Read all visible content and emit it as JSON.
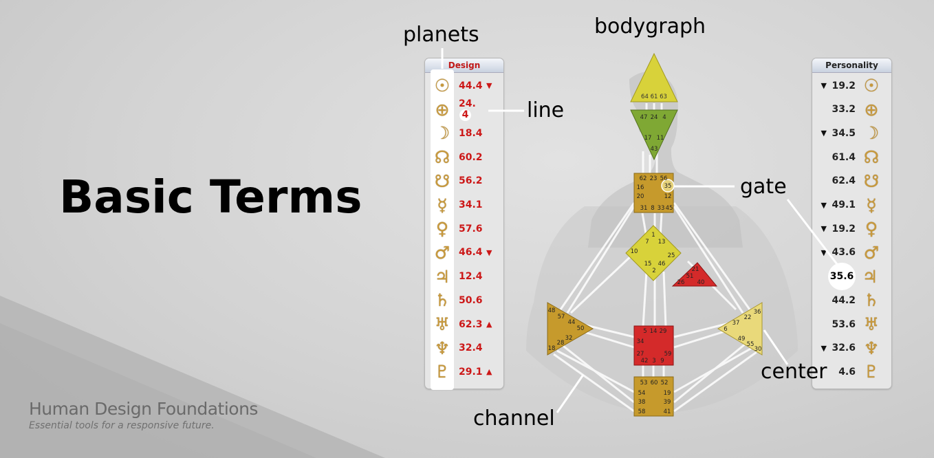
{
  "title": "Basic Terms",
  "brand": {
    "name": "Human Design Foundations",
    "tagline": "Essential tools for a responsive future."
  },
  "labels": {
    "planets": "planets",
    "bodygraph": "bodygraph",
    "line": "line",
    "gate": "gate",
    "center": "center",
    "channel": "channel"
  },
  "design": {
    "header": "Design",
    "rows": [
      {
        "glyph": "sun-icon",
        "char": "☉",
        "value": "44.4",
        "arrow": "▼"
      },
      {
        "glyph": "earth-icon",
        "char": "⊕",
        "value": "24.",
        "highlight": "4",
        "arrow": ""
      },
      {
        "glyph": "moon-icon",
        "char": "☽",
        "value": "18.4",
        "arrow": ""
      },
      {
        "glyph": "north-node-icon",
        "char": "☊",
        "value": "60.2",
        "arrow": ""
      },
      {
        "glyph": "south-node-icon",
        "char": "☋",
        "value": "56.2",
        "arrow": ""
      },
      {
        "glyph": "mercury-icon",
        "char": "☿",
        "value": "34.1",
        "arrow": ""
      },
      {
        "glyph": "venus-icon",
        "char": "♀",
        "value": "57.6",
        "arrow": ""
      },
      {
        "glyph": "mars-icon",
        "char": "♂",
        "value": "46.4",
        "arrow": "▼"
      },
      {
        "glyph": "jupiter-icon",
        "char": "♃",
        "value": "12.4",
        "arrow": ""
      },
      {
        "glyph": "saturn-icon",
        "char": "♄",
        "value": "50.6",
        "arrow": ""
      },
      {
        "glyph": "uranus-icon",
        "char": "♅",
        "value": "62.3",
        "arrow": "▲"
      },
      {
        "glyph": "neptune-icon",
        "char": "♆",
        "value": "32.4",
        "arrow": ""
      },
      {
        "glyph": "pluto-icon",
        "char": "♇",
        "value": "29.1",
        "arrow": "▲"
      }
    ]
  },
  "personality": {
    "header": "Personality",
    "rows": [
      {
        "glyph": "sun-icon",
        "char": "☉",
        "value": "19.2",
        "arrow": "▼"
      },
      {
        "glyph": "earth-icon",
        "char": "⊕",
        "value": "33.2",
        "arrow": ""
      },
      {
        "glyph": "moon-icon",
        "char": "☽",
        "value": "34.5",
        "arrow": "▼"
      },
      {
        "glyph": "north-node-icon",
        "char": "☊",
        "value": "61.4",
        "arrow": ""
      },
      {
        "glyph": "south-node-icon",
        "char": "☋",
        "value": "62.4",
        "arrow": ""
      },
      {
        "glyph": "mercury-icon",
        "char": "☿",
        "value": "49.1",
        "arrow": "▼"
      },
      {
        "glyph": "venus-icon",
        "char": "♀",
        "value": "19.2",
        "arrow": "▼"
      },
      {
        "glyph": "mars-icon",
        "char": "♂",
        "value": "43.6",
        "arrow": "▼"
      },
      {
        "glyph": "jupiter-icon",
        "char": "♃",
        "value": "35.6",
        "arrow": "",
        "circled": true
      },
      {
        "glyph": "saturn-icon",
        "char": "♄",
        "value": "44.2",
        "arrow": ""
      },
      {
        "glyph": "uranus-icon",
        "char": "♅",
        "value": "53.6",
        "arrow": ""
      },
      {
        "glyph": "neptune-icon",
        "char": "♆",
        "value": "32.6",
        "arrow": "▼"
      },
      {
        "glyph": "pluto-icon",
        "char": "♇",
        "value": "4.6",
        "arrow": ""
      }
    ]
  },
  "centers": {
    "head": {
      "color": "#d8d23a",
      "gates": [
        "64",
        "61",
        "63"
      ]
    },
    "ajna": {
      "color": "#7fa834",
      "gates": [
        "47",
        "24",
        "4",
        "17",
        "11",
        "43"
      ]
    },
    "throat": {
      "color": "#c69a2c",
      "gates": [
        "62",
        "23",
        "56",
        "16",
        "35",
        "20",
        "12",
        "31",
        "8",
        "33",
        "45"
      ]
    },
    "g": {
      "color": "#d8d23a",
      "gates": [
        "1",
        "7",
        "13",
        "10",
        "25",
        "15",
        "46",
        "2"
      ]
    },
    "ego": {
      "color": "#d42a2a",
      "gates": [
        "21",
        "51",
        "26",
        "40"
      ]
    },
    "spleen": {
      "color": "#c69a2c",
      "gates": [
        "48",
        "57",
        "44",
        "50",
        "32",
        "28",
        "18"
      ]
    },
    "solar-plexus": {
      "color": "#e9d97a",
      "gates": [
        "36",
        "22",
        "37",
        "6",
        "49",
        "55",
        "30"
      ]
    },
    "sacral": {
      "color": "#d42a2a",
      "gates": [
        "5",
        "14",
        "29",
        "34",
        "27",
        "59",
        "42",
        "3",
        "9"
      ]
    },
    "root": {
      "color": "#c69a2c",
      "gates": [
        "53",
        "60",
        "52",
        "54",
        "19",
        "38",
        "39",
        "58",
        "41"
      ]
    }
  }
}
